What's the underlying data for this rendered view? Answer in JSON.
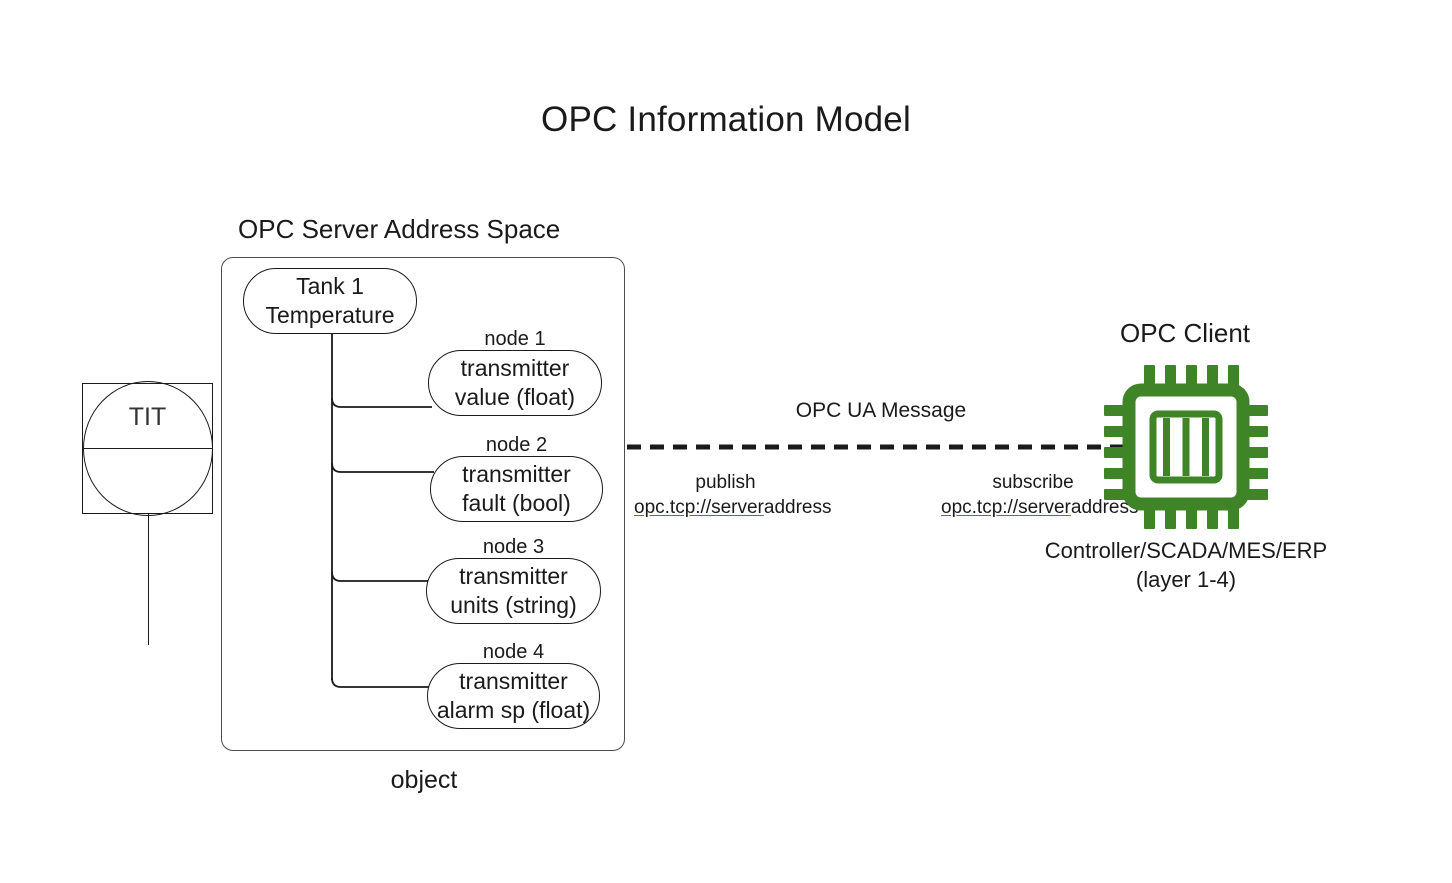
{
  "title": "OPC Information Model",
  "colors": {
    "chip_green": "#3f8527",
    "stroke": "#1a1a1a",
    "container_stroke": "#4d4d4d",
    "link_underline": "#5b5bd6",
    "background": "#ffffff"
  },
  "server": {
    "caption": "OPC Server Address Space",
    "object_caption": "object",
    "root_node": {
      "line1": "Tank 1",
      "line2": "Temperature"
    },
    "nodes": [
      {
        "caption": "node 1",
        "line1": "transmitter",
        "line2": "value (float)"
      },
      {
        "caption": "node 2",
        "line1": "transmitter",
        "line2": "fault (bool)"
      },
      {
        "caption": "node 3",
        "line1": "transmitter",
        "line2": "units (string)"
      },
      {
        "caption": "node 4",
        "line1": "transmitter",
        "line2": "alarm sp (float)"
      }
    ]
  },
  "instrument": {
    "tag": "TIT"
  },
  "link": {
    "message_label": "OPC UA Message",
    "publish": {
      "verb": "publish",
      "url_link": "opc.tcp://server",
      "url_tail": "address"
    },
    "subscribe": {
      "verb": "subscribe",
      "url_link": "opc.tcp://server",
      "url_tail": "address"
    }
  },
  "client": {
    "caption": "OPC Client",
    "icon": "microchip-icon",
    "sublabel_line1": "Controller/SCADA/MES/ERP",
    "sublabel_line2": "(layer 1-4)"
  }
}
